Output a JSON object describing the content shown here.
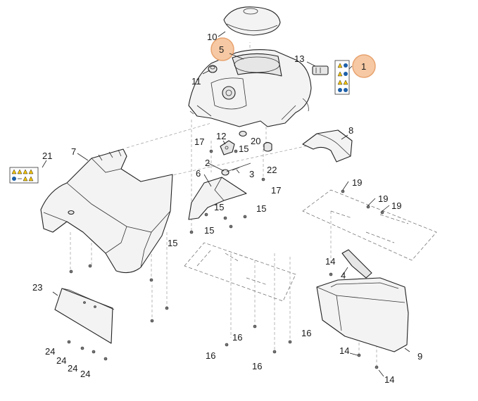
{
  "highlight_color": "#f6c9a4",
  "callouts": {
    "c1": "1",
    "c2": "2",
    "c3": "3",
    "c4": "4",
    "c5": "5",
    "c6": "6",
    "c7": "7",
    "c8": "8",
    "c9": "9",
    "c10": "10",
    "c11": "11",
    "c12": "12",
    "c13": "13",
    "c14a": "14",
    "c14b": "14",
    "c14c": "14",
    "c15a": "15",
    "c15b": "15",
    "c15c": "15",
    "c15d": "15",
    "c15e": "15",
    "c16a": "16",
    "c16b": "16",
    "c16c": "16",
    "c16d": "16",
    "c17a": "17",
    "c17b": "17",
    "c19a": "19",
    "c19b": "19",
    "c19c": "19",
    "c20": "20",
    "c21": "21",
    "c22": "22",
    "c23": "23",
    "c24a": "24",
    "c24b": "24",
    "c24c": "24",
    "c24d": "24"
  },
  "icons": [
    "warning-decal-icon",
    "screw-icon",
    "knob-icon"
  ]
}
